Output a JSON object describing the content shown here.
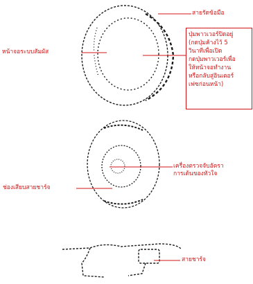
{
  "labels": {
    "strap": "สายรัดข้อมือ",
    "touchscreen": "หน้าจอระบบสัมผัส",
    "power_button_note": "ปุ่มพาวเวอร์ปิดอยู่\n(กดปุ่มค้างไว้ 5\nวินาทีเพื่อเปิด\nกดปุ่มพาวเวอร์เพื่อ\nให้หน้าจอทำงาน\nหรือกลับสู่อินเตอร์\nเฟซก่อนหน้า)",
    "heart_rate_sensor": "เครื่องตรวจจับอัตรา\nการเต้นของหัวใจ",
    "charging_port": "ช่องเสียบสายชาร์จ",
    "charging_cable": "สายชาร์จ"
  },
  "colors": {
    "label": "#d01414",
    "drawing": "#1a1a1a"
  }
}
